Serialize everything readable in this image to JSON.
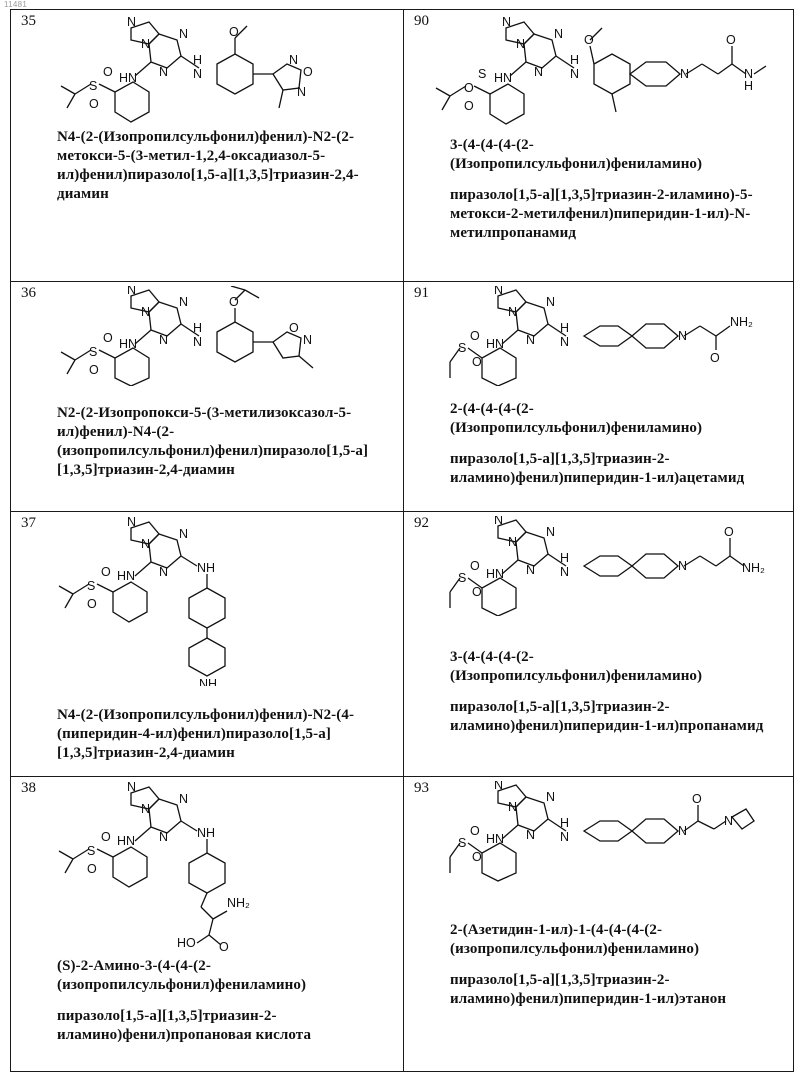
{
  "page_id": "11481",
  "compounds": [
    {
      "number": "35",
      "name": [
        "N4-(2-(Изопропилсульфонил)фенил)-N2-(2-метокси-5-(3-метил-1,2,4-оксадиазол-5-ил)фенил)пиразоло[1,5-a][1,3,5]триазин-2,4-диамин"
      ],
      "structure_labels": [
        "N",
        "N",
        "N",
        "N",
        "HN",
        "H",
        "N",
        "O",
        "S",
        "O",
        "O",
        "N",
        "O",
        "N"
      ]
    },
    {
      "number": "90",
      "name": [
        "3-(4-(4-(4-(2-(Изопропилсульфонил)фениламино)",
        "пиразоло[1,5-a][1,3,5]триазин-2-иламино)-5-метокси-2-метилфенил)пиперидин-1-ил)-N-метилпропанамид"
      ],
      "structure_labels": [
        "N",
        "N",
        "N",
        "N",
        "O",
        "HN",
        "N",
        "H",
        "N",
        "O",
        "N",
        "H",
        "O",
        "S",
        "O"
      ]
    },
    {
      "number": "36",
      "name": [
        "N2-(2-Изопропокси-5-(3-метилизоксазол-5-ил)фенил)-N4-(2-(изопропилсульфонил)фенил)пиразоло[1,5-a][1,3,5]триазин-2,4-диамин"
      ],
      "structure_labels": [
        "N",
        "N",
        "N",
        "N",
        "O",
        "HN",
        "H",
        "N",
        "O",
        "S",
        "O",
        "O",
        "N"
      ]
    },
    {
      "number": "91",
      "name": [
        "2-(4-(4-(4-(2-(Изопропилсульфонил)фениламино)",
        "пиразоло[1,5-a][1,3,5]триазин-2-иламино)фенил)пиперидин-1-ил)ацетамид"
      ],
      "structure_labels": [
        "N",
        "N",
        "N",
        "N",
        "HN",
        "H",
        "N",
        "N",
        "O",
        "NH₂",
        "O",
        "S",
        "O"
      ]
    },
    {
      "number": "37",
      "name": [
        "N4-(2-(Изопропилсульфонил)фенил)-N2-(4-(пиперидин-4-ил)фенил)пиразоло[1,5-a][1,3,5]триазин-2,4-диамин"
      ],
      "structure_labels": [
        "N",
        "N",
        "N",
        "N",
        "HN",
        "NH",
        "O",
        "S",
        "O",
        "NH"
      ]
    },
    {
      "number": "92",
      "name": [
        "3-(4-(4-(4-(2-(Изопропилсульфонил)фениламино)",
        "пиразоло[1,5-a][1,3,5]триазин-2-иламино)фенил)пиперидин-1-ил)пропанамид"
      ],
      "structure_labels": [
        "N",
        "N",
        "N",
        "N",
        "HN",
        "H",
        "N",
        "N",
        "O",
        "NH₂",
        "O",
        "S",
        "O"
      ]
    },
    {
      "number": "38",
      "name": [
        "(S)-2-Амино-3-(4-(4-(2-(изопропилсульфонил)фениламино)",
        "пиразоло[1,5-a][1,3,5]триазин-2-иламино)фенил)пропановая кислота"
      ],
      "structure_labels": [
        "N",
        "N",
        "N",
        "N",
        "HN",
        "NH",
        "O",
        "S",
        "O",
        "NH₂",
        "HO",
        "O"
      ]
    },
    {
      "number": "93",
      "name": [
        "2-(Азетидин-1-ил)-1-(4-(4-(4-(2-(изопропилсульфонил)фениламино)",
        "пиразоло[1,5-a][1,3,5]триазин-2-иламино)фенил)пиперидин-1-ил)этанон"
      ],
      "structure_labels": [
        "N",
        "N",
        "N",
        "N",
        "HN",
        "H",
        "N",
        "N",
        "O",
        "N",
        "O",
        "S",
        "O"
      ]
    }
  ]
}
